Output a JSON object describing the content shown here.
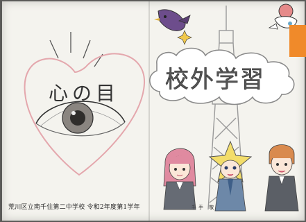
{
  "colors": {
    "paper": "#f4f3ee",
    "heart_outline": "#e4a7ad",
    "pencil": "#3a3a3a",
    "tower": "#9a9a9a",
    "cloud_outline": "#8a8a8a",
    "star_fill": "#f3dd6a",
    "hair_pink": "#e08aa0",
    "hair_orange": "#d98a4e",
    "orange_tab": "#f08a2a"
  },
  "texts": {
    "heart_title": "心の目",
    "cloud_title": "校外学習",
    "school_signature": "荒川区立南千住第二中学校 令和2年度第1学年",
    "name_signature": "千手 敬"
  },
  "icons": [
    "eye-icon",
    "bird-icon",
    "tower-icon",
    "star-character-icon",
    "sparkle-icon"
  ]
}
